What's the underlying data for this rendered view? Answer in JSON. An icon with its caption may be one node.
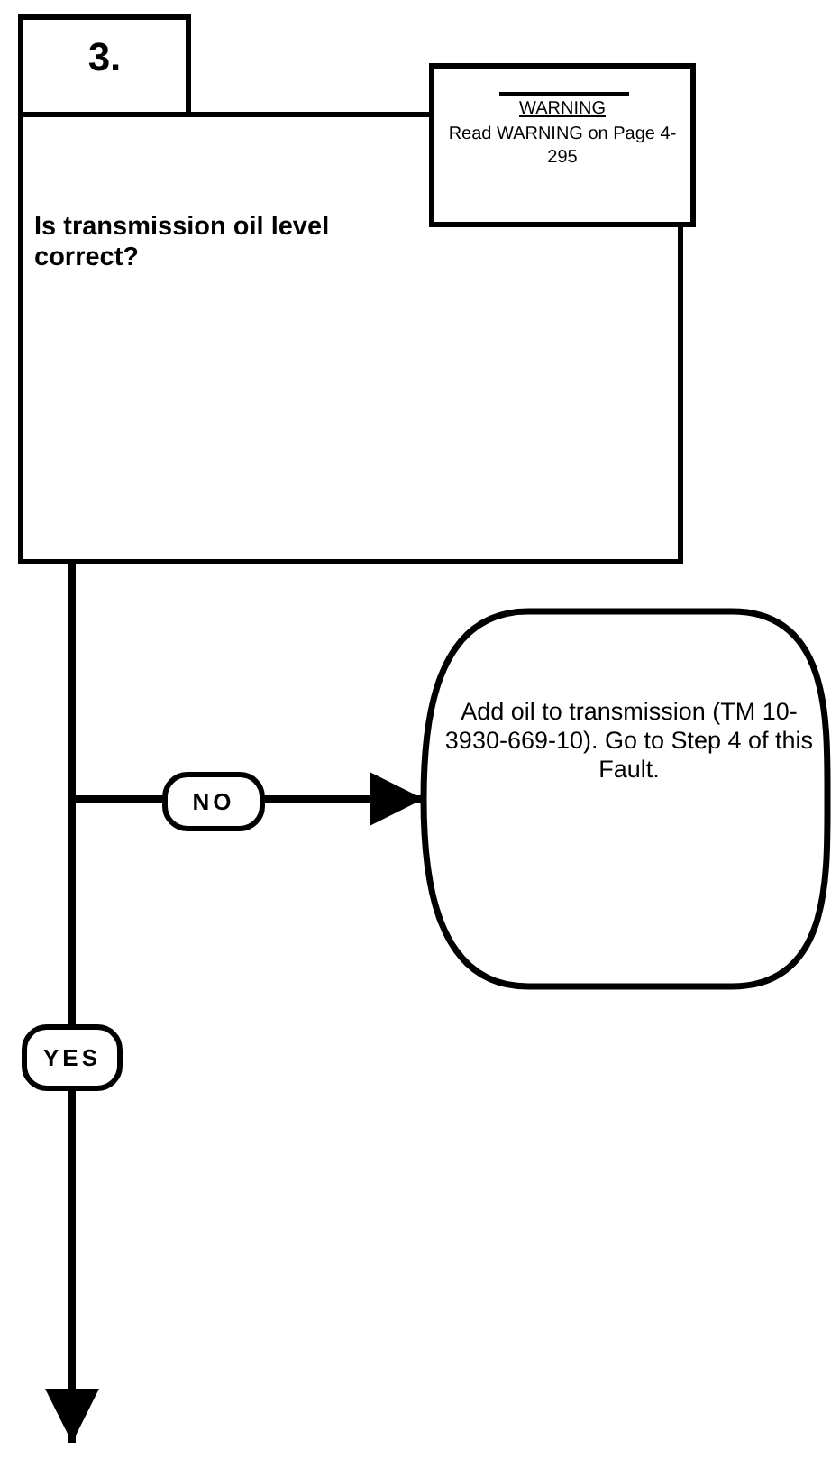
{
  "diagram": {
    "nodes": [
      {
        "text": [
          "3."
        ]
      },
      {
        "text": [
          "Is transmission oil level correct?"
        ]
      },
      {
        "text": [
          "WARNING",
          "Read WARNING on Page 4-295"
        ]
      },
      {
        "text": [
          "Add oil to transmission (TM 10-3930-669-10). Go to Step 4 of this Fault."
        ]
      }
    ],
    "edges": [
      {
        "from": 1,
        "to": 3,
        "arrow": "to",
        "label": "NO"
      },
      {
        "from": 1,
        "to": null,
        "arrow": "to",
        "label": "YES"
      }
    ]
  }
}
